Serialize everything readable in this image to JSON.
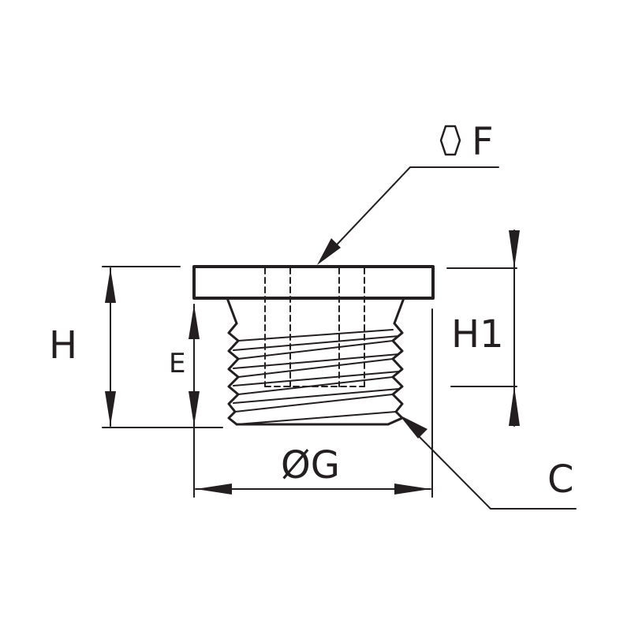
{
  "labels": {
    "hex_symbol_text": "F",
    "height": "H",
    "height_1": "H1",
    "depth": "E",
    "diameter": "ØG",
    "chamfer": "C"
  },
  "colors": {
    "line": "#231f20",
    "background": "#ffffff"
  }
}
